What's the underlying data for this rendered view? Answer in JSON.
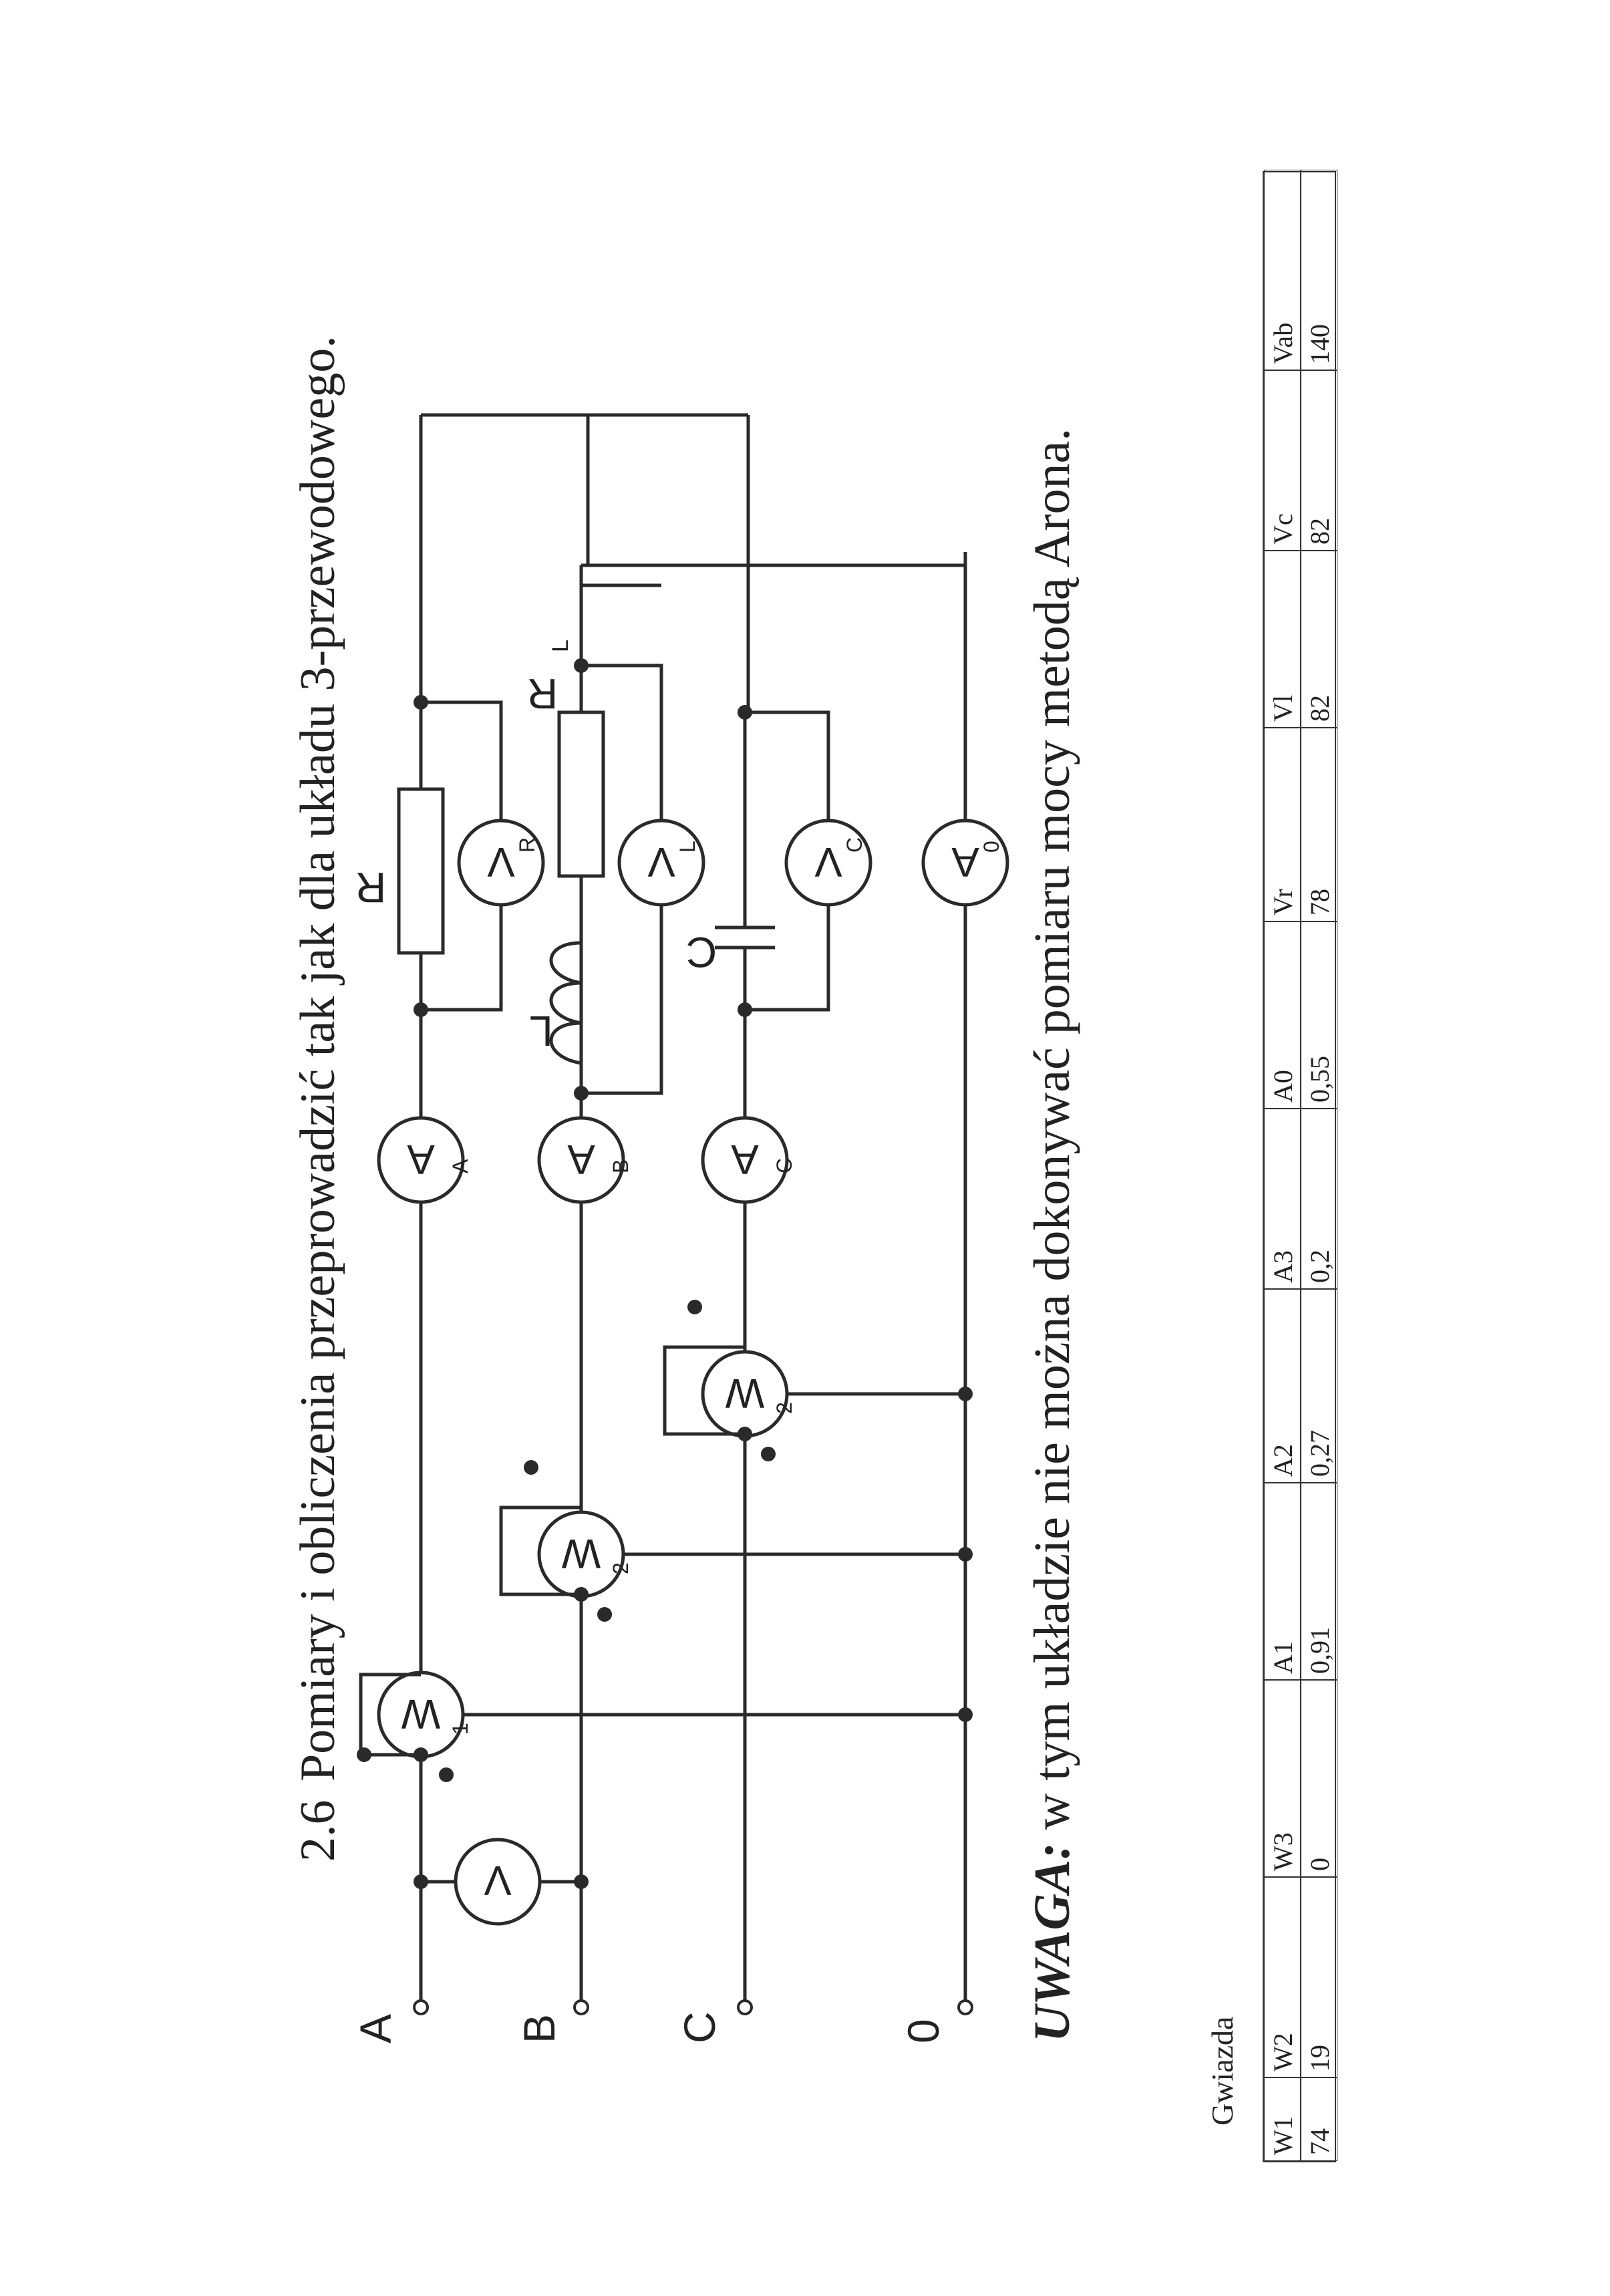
{
  "heading": {
    "number": "2.6",
    "title": "Pomiary i obliczenia przeprowadzić tak jak dla układu 3-przewodowego."
  },
  "diagram": {
    "line_labels": [
      "A",
      "B",
      "C",
      "0"
    ],
    "meters": {
      "v": "V",
      "w1": "W",
      "w1_sub": "1",
      "w2": "W",
      "w2_sub": "2",
      "w3": "W",
      "w3_sub": "2",
      "aa": "A",
      "aa_sub": "A",
      "ab": "A",
      "ab_sub": "B",
      "ac": "A",
      "ac_sub": "C",
      "vr": "V",
      "vr_sub": "R",
      "vl": "V",
      "vl_sub": "L",
      "vc": "V",
      "vc_sub": "C",
      "a0": "A",
      "a0_sub": "0"
    },
    "components": {
      "r": "R",
      "l": "L",
      "rl": "R",
      "rl_sub": "L",
      "c": "C"
    }
  },
  "note": {
    "label": "UWAGA:",
    "text": " w tym układzie nie można dokonywać pomiaru mocy metodą Arona."
  },
  "table": {
    "caption": "Gwiazda",
    "headers": [
      "W1",
      "W2",
      "W3",
      "A1",
      "A2",
      "A3",
      "A0",
      "Vr",
      "Vl",
      "Vc",
      "Vab"
    ],
    "values": [
      "74",
      "19",
      "0",
      "0,91",
      "0,27",
      "0,2",
      "0,55",
      "78",
      "82",
      "82",
      "140"
    ]
  }
}
